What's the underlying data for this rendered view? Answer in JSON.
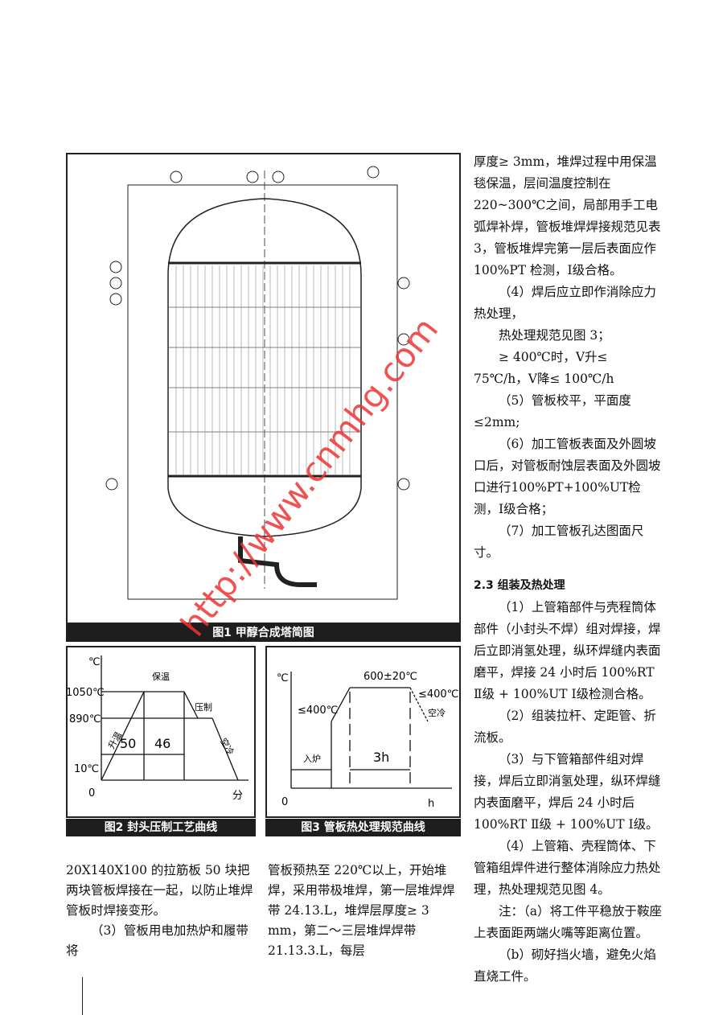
{
  "figure1": {
    "caption": "图1  甲醇合成塔简图"
  },
  "figure2": {
    "caption": "图2  封头压制工艺曲线",
    "y_unit": "℃",
    "x_unit": "分",
    "origin": "0",
    "temps": [
      "1050℃",
      "890℃",
      "10℃"
    ],
    "labels": {
      "hold": "保温",
      "press": "压制",
      "heat": "升温",
      "cool": "空冷"
    },
    "durations": [
      "50",
      "46"
    ]
  },
  "figure3": {
    "caption": "图3  管板热处理规范曲线",
    "y_unit": "℃",
    "x_unit": "h",
    "origin": "0",
    "hold_temp": "600±20℃",
    "in_temp": "≤400℃",
    "out_temp": "≤400℃",
    "cool": "空冷",
    "in_label": "入炉",
    "duration": "3h"
  },
  "left_col": [
    "20X140X100 的拉筋板 50 块把两块管板焊接在一起，以防止堆焊管板时焊接变形。",
    "（3）管板用电加热炉和履带将"
  ],
  "mid_col": [
    "管板预热至 220℃以上，开始堆焊，采用带极堆焊，第一层堆焊焊带 24.13.L，堆焊层厚度≥ 3 mm，第二～三层堆焊焊带 21.13.3.L，每层"
  ],
  "right_col": {
    "p1": "厚度≥ 3mm，堆焊过程中用保温毯保温，层间温度控制在 220~300℃之间，局部用手工电弧焊补焊，管板堆焊焊接规范见表 3，管板堆焊完第一层后表面应作 100%PT 检测，Ⅰ级合格。",
    "p2": "（4）焊后应立即作消除应力热处理，",
    "p3": "热处理规范见图 3；",
    "p4": "≥ 400℃时，V升≤ 75℃/h，V降≤ 100℃/h",
    "p5": "（5）管板校平，平面度≤2mm;",
    "p6": "（6）加工管板表面及外圆坡口后，对管板耐蚀层表面及外圆坡口进行100%PT+100%UT检测，Ⅰ级合格；",
    "p7": "（7）加工管板孔达图面尺寸。",
    "heading": "2.3 组装及热处理",
    "p8": "（1）上管箱部件与壳程筒体部件（小封头不焊）组对焊接，焊后立即消氢处理，纵环焊缝内表面磨平，焊接 24 小时后 100%RT Ⅱ级 + 100%UT Ⅰ级检测合格。",
    "p9": "（2）组装拉杆、定距管、折流板。",
    "p10": "（3）与下管箱部件组对焊接，焊后立即消氢处理，纵环焊缝内表面磨平，焊后 24 小时后 100%RT Ⅱ级 + 100%UT Ⅰ级。",
    "p11": "（4）上管箱、壳程筒体、下管箱组焊件进行整体消除应力热处理，热处理规范见图 4。",
    "p12": "注：（a）将工件平稳放于鞍座上表面距两端火嘴等距离位置。",
    "p13": "（b）砌好挡火墙，避免火焰直烧工件。"
  },
  "watermark": "http://www.cnmhg.com"
}
